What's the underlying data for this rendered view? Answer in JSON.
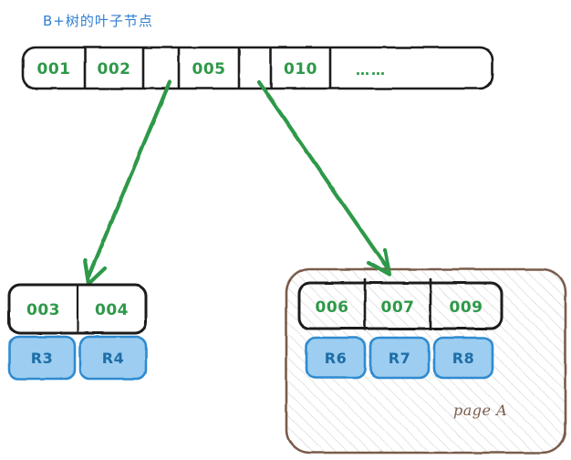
{
  "diagram": {
    "title": "B+树的叶子节点",
    "title_color": "#2f7fd1",
    "key_color": "#2e9949",
    "record_fill": "#9dcdf0",
    "record_stroke": "#2e8bd0",
    "record_text_color": "#1d6ea8",
    "page_stroke": "#7a5b4c",
    "arrow_color": "#2e9949",
    "node_stroke": "#1a1a1a"
  },
  "leaf_row": {
    "name": "b-plus-tree-leaf-row",
    "cells": [
      {
        "label": "001"
      },
      {
        "label": "002"
      },
      {
        "label": ""
      },
      {
        "label": "005"
      },
      {
        "label": ""
      },
      {
        "label": "010"
      },
      {
        "label": "……"
      }
    ]
  },
  "arrows": [
    {
      "name": "arrow-to-left-node",
      "from_cell": 2,
      "to_node": "left-node"
    },
    {
      "name": "arrow-to-page-a",
      "from_cell": 4,
      "to_node": "page-a"
    }
  ],
  "left_node": {
    "name": "left-leaf-node",
    "keys": [
      "003",
      "004"
    ],
    "records": [
      "R3",
      "R4"
    ]
  },
  "page_a": {
    "name": "page-a-container",
    "label": "page A",
    "keys": [
      "006",
      "007",
      "009"
    ],
    "records": [
      "R6",
      "R7",
      "R8"
    ]
  }
}
